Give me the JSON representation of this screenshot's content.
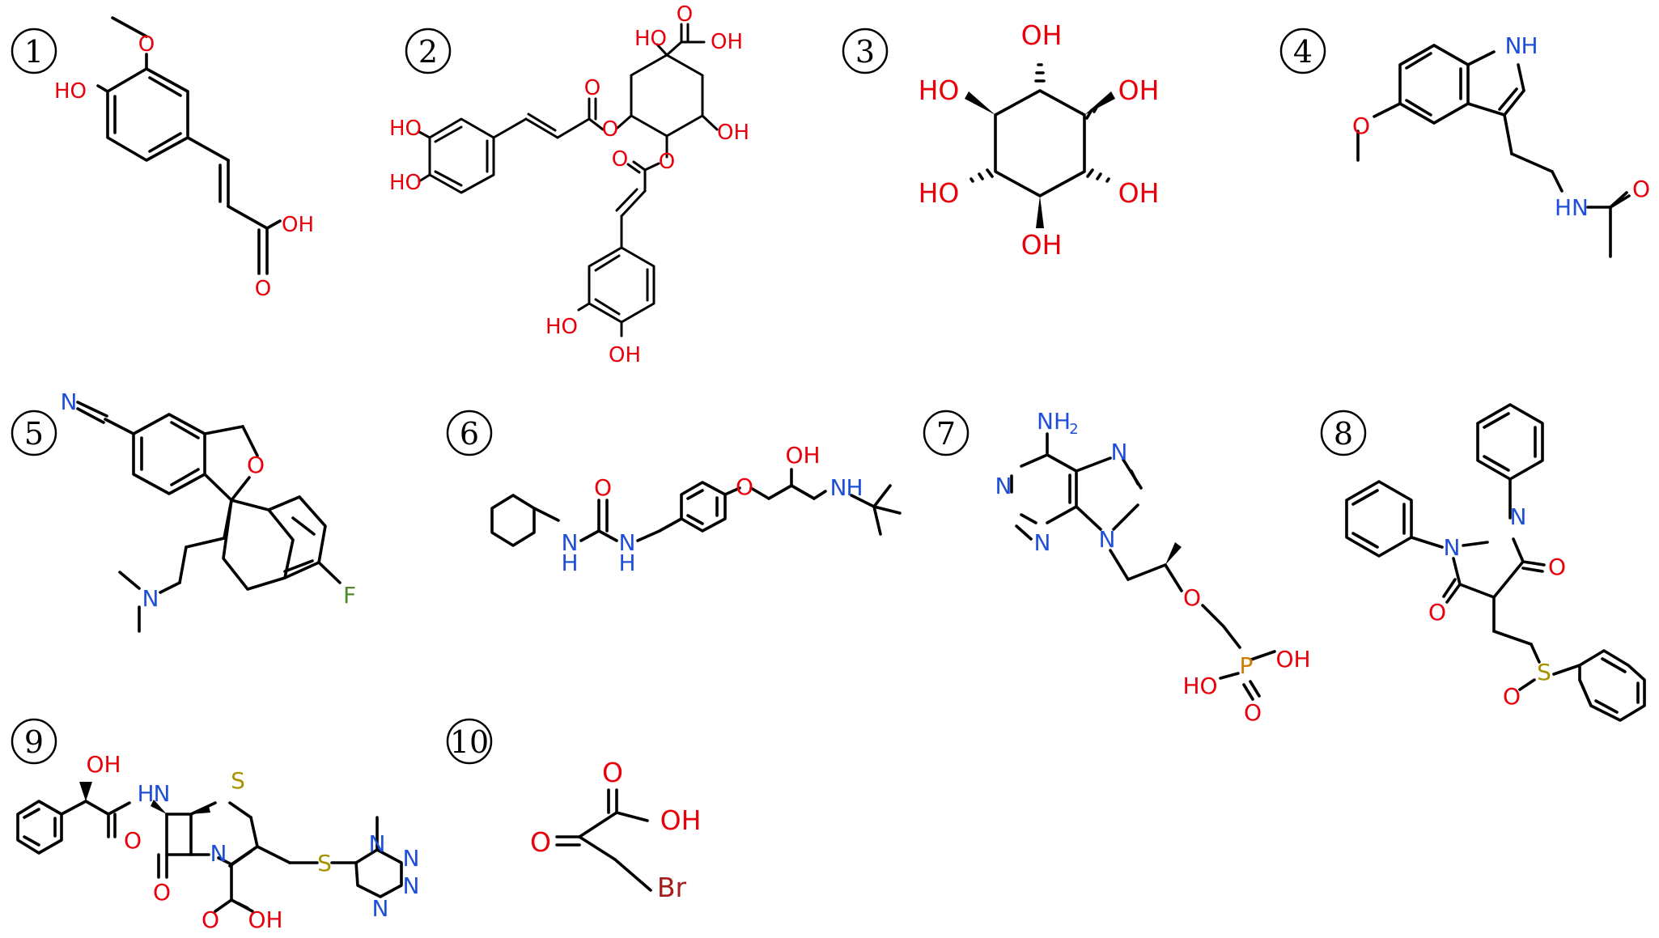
{
  "colors": {
    "bond": "#000000",
    "O": "#e8000b",
    "N": "#1f4fd8",
    "F": "#4a8a2a",
    "P": "#d07a00",
    "S": "#a89200",
    "Br": "#a51d1d"
  },
  "molecules": [
    {
      "number": "1",
      "labels": {
        "methoxy_O": "O",
        "phenol_OH": "HO",
        "acid_OH": "OH",
        "carbonyl_O": "O"
      }
    },
    {
      "number": "2",
      "labels": {
        "c1_HO": "HO",
        "acid_OH": "OH",
        "acid_O": "O",
        "ester1_O": "O",
        "ester1_carbonyl_O": "O",
        "ring_OH": "OH",
        "ester2_O": "O",
        "ester2_carbonyl_O": "O",
        "cat1_HO_a": "HO",
        "cat1_HO_b": "HO",
        "cat2_HO_a": "HO",
        "cat2_OH_b": "OH"
      }
    },
    {
      "number": "3",
      "labels": {
        "OH_top": "OH",
        "HO_ul": "HO",
        "OH_ur": "OH",
        "HO_ll": "HO",
        "OH_lr": "OH",
        "OH_bottom": "OH"
      }
    },
    {
      "number": "4",
      "labels": {
        "indole_NH": "H",
        "indole_N": "N",
        "methoxy_O": "O",
        "amide_NH": "HN",
        "amide_O": "O"
      }
    },
    {
      "number": "5",
      "labels": {
        "nitrile_N": "N",
        "ring_O": "O",
        "amine_N": "N",
        "fluoro_F": "F"
      }
    },
    {
      "number": "6",
      "labels": {
        "urea_O": "O",
        "NH1_N": "N",
        "NH1_H": "H",
        "NH2_N": "N",
        "NH2_H": "H",
        "ether_O": "O",
        "OH": "OH",
        "amine_N": "N",
        "amine_H": "H"
      }
    },
    {
      "number": "7",
      "labels": {
        "NH2": "NH",
        "NH2_sub": "2",
        "N1": "N",
        "N3": "N",
        "N7": "N",
        "N9": "N",
        "ether_O": "O",
        "P": "P",
        "P_OH": "OH",
        "P_HO": "HO",
        "P_O": "O"
      }
    },
    {
      "number": "8",
      "labels": {
        "N1": "N",
        "N2": "N",
        "carbonyl_O_right": "O",
        "carbonyl_O_left": "O",
        "S": "S",
        "sulfoxide_O": "O"
      }
    },
    {
      "number": "9",
      "labels": {
        "OH": "OH",
        "amide_N": "N",
        "amide_H": "H",
        "amide_O": "O",
        "S_ring": "S",
        "N_lactam": "N",
        "lactam_O": "O",
        "acid_O": "O",
        "acid_OH": "OH",
        "S_thio": "S",
        "tz_N1": "N",
        "tz_N2": "N",
        "tz_N3": "N",
        "tz_N4": "N"
      }
    },
    {
      "number": "10",
      "labels": {
        "carbonyl_O_top": "O",
        "acid_OH": "OH",
        "keto_O": "O",
        "Br": "Br"
      }
    }
  ]
}
